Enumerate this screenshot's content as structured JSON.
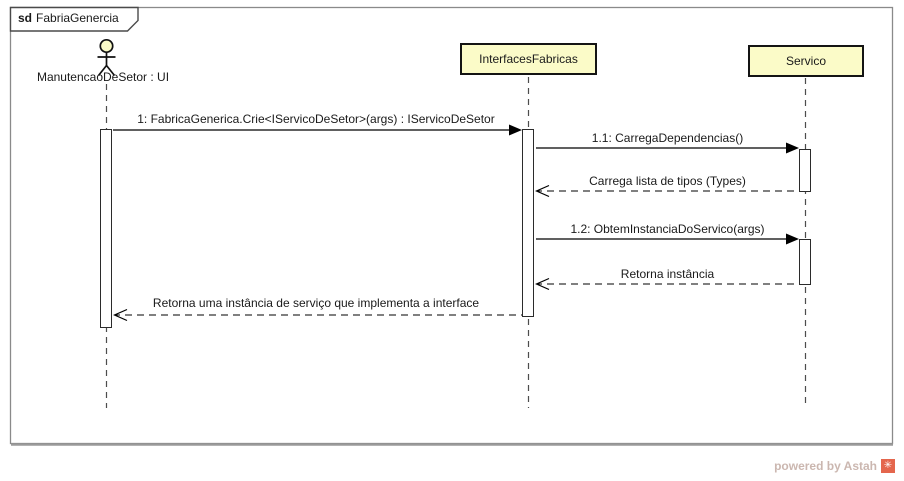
{
  "frame": {
    "keyword": "sd",
    "name": "FabriaGenercia"
  },
  "lifelines": {
    "actor": {
      "label": "ManutencaoDeSetor : UI"
    },
    "interfaces": {
      "label": "InterfacesFabricas"
    },
    "servico": {
      "label": "Servico"
    }
  },
  "messages": {
    "m1": {
      "label": "1: FabricaGenerica.Crie<IServicoDeSetor>(args) : IServicoDeSetor",
      "kind": "sync"
    },
    "m11": {
      "label": "1.1: CarregaDependencias()",
      "kind": "sync"
    },
    "r11": {
      "label": "Carrega lista de tipos (Types)",
      "kind": "return"
    },
    "m12": {
      "label": "1.2: ObtemInstanciaDoServico(args)",
      "kind": "sync"
    },
    "r12": {
      "label": "Retorna instância",
      "kind": "return"
    },
    "r1": {
      "label": "Retorna uma instância de serviço que implementa a interface",
      "kind": "return"
    }
  },
  "watermark": {
    "text": "powered by Astah",
    "logo_glyph": "✳"
  },
  "colors": {
    "lifeline_head_fill": "#FBFBC8",
    "frame_border": "#8a8a8a",
    "message_line": "#000000",
    "watermark_text": "#cbb7b0",
    "watermark_logo": "#e4664d"
  }
}
